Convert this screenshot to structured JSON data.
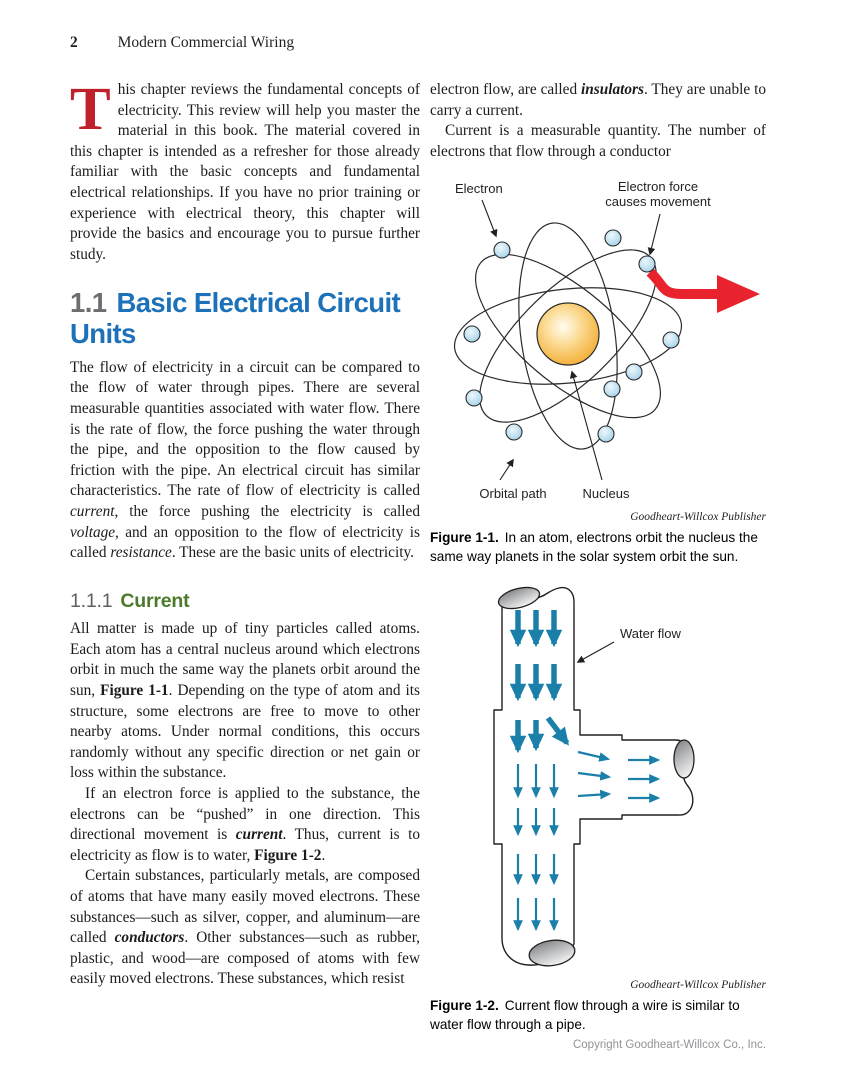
{
  "header": {
    "page_number": "2",
    "running_title": "Modern Commercial Wiring"
  },
  "colors": {
    "heading_blue": "#1d71b8",
    "heading_number_gray": "#6d6e71",
    "subheading_green": "#4c7a2b",
    "dropcap_red": "#bf202c",
    "force_arrow_red": "#e8232e",
    "water_arrow_teal": "#1a7fa9",
    "electron_blue": "#badeef",
    "nucleus_orange": "#f2a93b"
  },
  "intro": {
    "dropcap": "T",
    "segments": [
      {
        "text": "his chapter reviews the fundamental concepts of electricity. This review will help you master the material in this book. The material covered in this chapter is intended as a refresher for those already familiar with the basic concepts and fundamental electrical relationships. If you have no prior training or experience with electrical theory, this chapter will provide the basics and encourage you to pursue further study."
      }
    ]
  },
  "section_1_1": {
    "number": "1.1",
    "title": "Basic Electrical Circuit Units",
    "paragraphs": [
      {
        "segments": [
          {
            "text": "The flow of electricity in a circuit can be compared to the flow of water through pipes. There are several measurable quantities associated with water flow. There is the rate of flow, the force pushing the water through the pipe, and the opposition to the flow caused by friction with the pipe. An electrical circuit has similar characteristics. The rate of flow of electricity is called "
          },
          {
            "text": "current",
            "style": "i"
          },
          {
            "text": ", the force pushing the electricity is called "
          },
          {
            "text": "voltage",
            "style": "i"
          },
          {
            "text": ", and an opposition to the flow of electricity is called "
          },
          {
            "text": "resistance",
            "style": "i"
          },
          {
            "text": ". These are the basic units of electricity."
          }
        ]
      }
    ]
  },
  "section_1_1_1": {
    "number": "1.1.1",
    "title": "Current",
    "paragraphs": [
      {
        "segments": [
          {
            "text": "All matter is made up of tiny particles called atoms. Each atom has a central nucleus around which electrons orbit in much the same way the planets orbit around the sun, "
          },
          {
            "text": "Figure 1-1",
            "style": "b"
          },
          {
            "text": ". Depending on the type of atom and its structure, some electrons are free to move to other nearby atoms. Under normal conditions, this occurs randomly without any specific direction or net gain or loss within the substance."
          }
        ]
      },
      {
        "segments": [
          {
            "text": "If an electron force is applied to the substance, the electrons can be “pushed” in one direction. This directional movement is "
          },
          {
            "text": "current",
            "style": "bi"
          },
          {
            "text": ". Thus, current is to electricity as flow is to water, "
          },
          {
            "text": "Figure 1-2",
            "style": "b"
          },
          {
            "text": "."
          }
        ]
      },
      {
        "segments": [
          {
            "text": "Certain substances, particularly metals, are composed of atoms that have many easily moved electrons. These substances—such as silver, copper, and aluminum—are called "
          },
          {
            "text": "conductors",
            "style": "bi"
          },
          {
            "text": ". Other substances—such as rubber, plastic, and wood—are composed of atoms with few easily moved electrons. These substances, which resist"
          }
        ]
      }
    ]
  },
  "right_column": {
    "paragraphs": [
      {
        "segments": [
          {
            "text": "electron flow, are called "
          },
          {
            "text": "insulators",
            "style": "bi"
          },
          {
            "text": ". They are unable to carry a current."
          }
        ]
      },
      {
        "segments": [
          {
            "text": "Current is a measurable quantity. The number of electrons that flow through a conductor"
          }
        ]
      }
    ]
  },
  "figure_1_1": {
    "labels": {
      "electron": "Electron",
      "force_line1": "Electron force",
      "force_line2": "causes movement",
      "orbital_path": "Orbital path",
      "nucleus": "Nucleus"
    },
    "credit": "Goodheart-Willcox Publisher",
    "caption_label": "Figure 1-1.",
    "caption": "In an atom, electrons orbit the nucleus the same way planets in the solar system orbit the sun."
  },
  "figure_1_2": {
    "labels": {
      "water_flow": "Water flow"
    },
    "credit": "Goodheart-Willcox Publisher",
    "caption_label": "Figure 1-2.",
    "caption": "Current flow through a wire is similar to water flow through a pipe."
  },
  "footer": {
    "copyright": "Copyright Goodheart-Willcox Co., Inc."
  }
}
